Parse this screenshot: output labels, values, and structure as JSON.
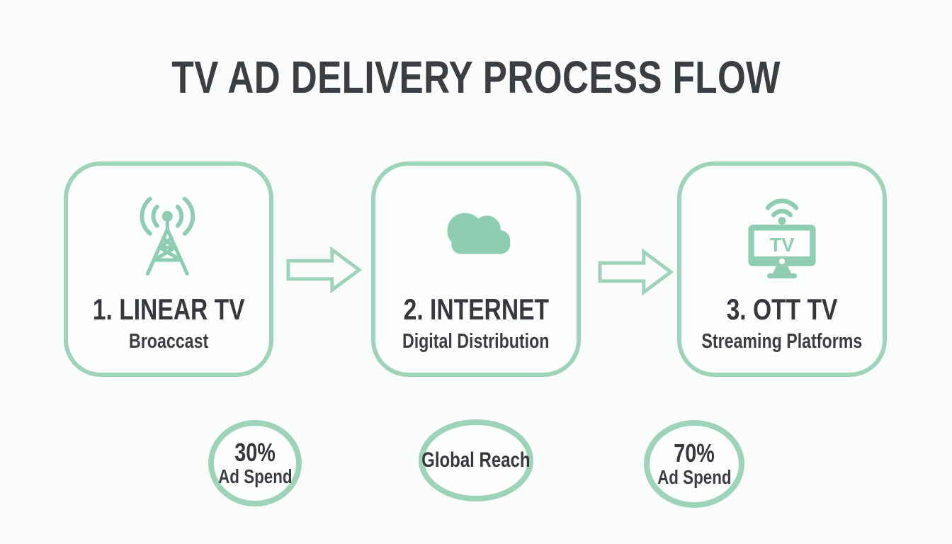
{
  "title": "TV AD DELIVERY PROCESS FLOW",
  "colors": {
    "accent_border": "#9dd3b9",
    "icon_fill": "#8fcdb2",
    "text_dark": "#3a3e42",
    "background": "#fafcfc"
  },
  "steps": [
    {
      "heading": "1. LINEAR TV",
      "subtitle": "Broaccast",
      "icon": "broadcast-tower-icon"
    },
    {
      "heading": "2. INTERNET",
      "subtitle": "Digital Distribution",
      "icon": "cloud-icon"
    },
    {
      "heading": "3. OTT TV",
      "subtitle": "Streaming Platforms",
      "icon": "smart-tv-icon",
      "tv_label": "TV"
    }
  ],
  "badges": [
    {
      "value": "30%",
      "label": "Ad Spend"
    },
    {
      "value": "Global Reach",
      "label": ""
    },
    {
      "value": "70%",
      "label": "Ad Spend"
    }
  ]
}
